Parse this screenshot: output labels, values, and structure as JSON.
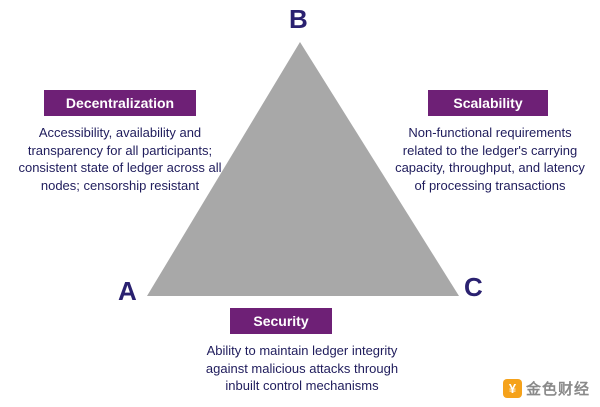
{
  "diagram": {
    "vertices": {
      "top": "B",
      "bottom_left": "A",
      "bottom_right": "C"
    },
    "decentralization": {
      "title": "Decentralization",
      "description": "Accessibility, availability and transparency for all participants; consistent state of ledger across all nodes; censorship resistant"
    },
    "scalability": {
      "title": "Scalability",
      "description": "Non-functional requirements related to the ledger's carrying capacity, throughput, and latency of processing transactions"
    },
    "security": {
      "title": "Security",
      "description": "Ability to maintain ledger integrity against malicious attacks through inbuilt control mechanisms"
    },
    "colors": {
      "triangle_fill": "#a8a8a8",
      "header_bg": "#6e2076",
      "header_text": "#ffffff",
      "body_text": "#1f1c5c",
      "vertex_text": "#2a2170",
      "watermark_accent": "#f5a21b"
    }
  },
  "watermark": {
    "text": "金色财经",
    "icon": "coin-icon"
  }
}
